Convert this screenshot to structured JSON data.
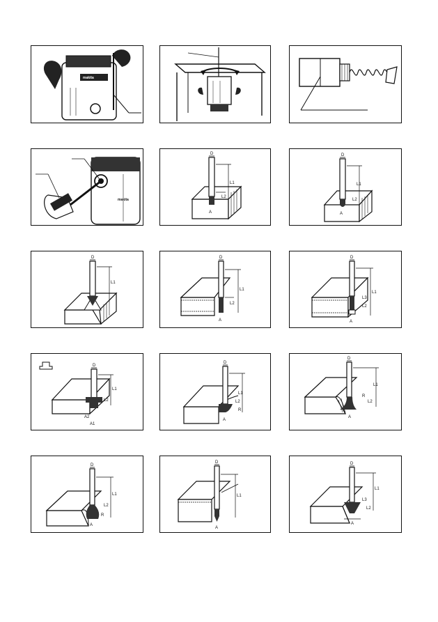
{
  "labels": {
    "d": "D",
    "a": "A",
    "l1": "L1",
    "l2": "L2",
    "l3": "L3",
    "r": "R",
    "a1": "A1",
    "a2": "A2"
  },
  "brand": "makita"
}
